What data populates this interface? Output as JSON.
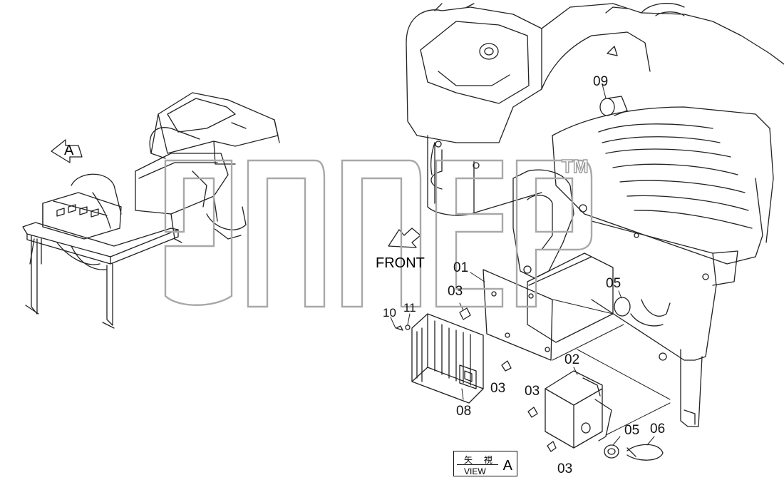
{
  "view": {
    "label_jp": "矢 視",
    "label_en": "VIEW",
    "letter": "A"
  },
  "arrow_A": "A",
  "front_label": "FRONT",
  "watermark_tm": "TM",
  "callouts": {
    "c01": "01",
    "c02": "02",
    "c03a": "03",
    "c03b": "03",
    "c03c": "03",
    "c03d": "03",
    "c05a": "05",
    "c05b": "05",
    "c06": "06",
    "c08": "08",
    "c09": "09",
    "c10": "10",
    "c11": "11"
  }
}
